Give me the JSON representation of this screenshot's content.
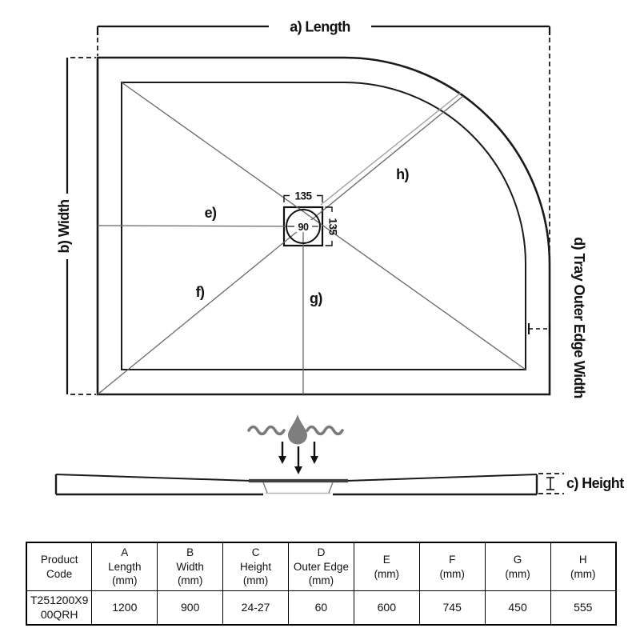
{
  "diagram": {
    "labels": {
      "a": "a) Length",
      "b": "b) Width",
      "c": "c) Height",
      "d": "d) Tray Outer Edge Width",
      "e": "e)",
      "f": "f)",
      "g": "g)",
      "h": "h)",
      "drain_width": "135",
      "drain_height": "135",
      "waste_diameter": "90"
    },
    "colors": {
      "outline": "#1a1a1a",
      "thin_line": "#666666",
      "water": "#7a7a7a"
    }
  },
  "table": {
    "columns": [
      {
        "lines": [
          "Product",
          "Code"
        ],
        "value": "T251200X900QRH"
      },
      {
        "lines": [
          "A",
          "Length",
          "(mm)"
        ],
        "value": "1200"
      },
      {
        "lines": [
          "B",
          "Width",
          "(mm)"
        ],
        "value": "900"
      },
      {
        "lines": [
          "C",
          "Height",
          "(mm)"
        ],
        "value": "24-27"
      },
      {
        "lines": [
          "D",
          "Outer Edge",
          "(mm)"
        ],
        "value": "60"
      },
      {
        "lines": [
          "E",
          "(mm)"
        ],
        "value": "600"
      },
      {
        "lines": [
          "F",
          "(mm)"
        ],
        "value": "745"
      },
      {
        "lines": [
          "G",
          "(mm)"
        ],
        "value": "450"
      },
      {
        "lines": [
          "H",
          "(mm)"
        ],
        "value": "555"
      }
    ]
  }
}
